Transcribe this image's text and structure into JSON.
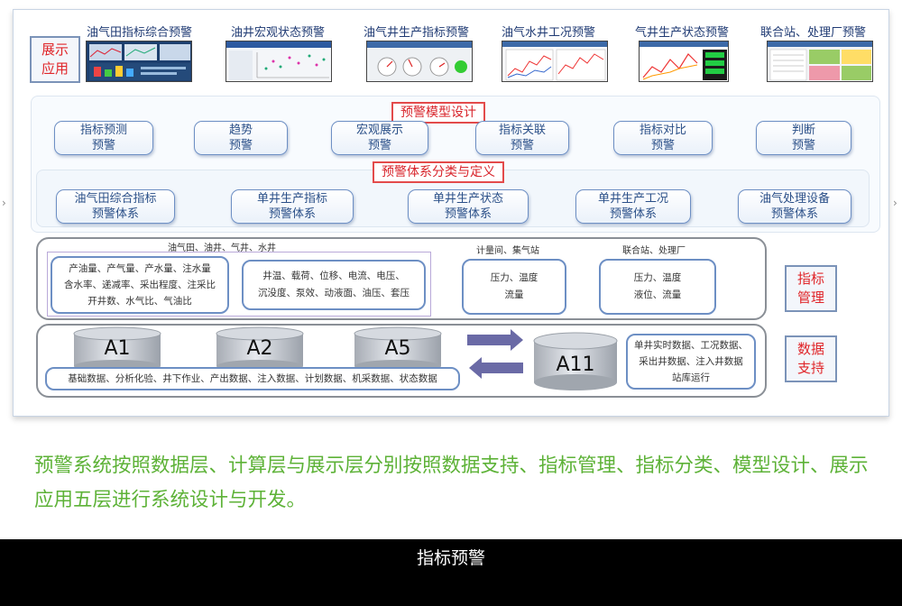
{
  "layers": {
    "display_app": "展示\n应用",
    "index_mgmt": "指标\n管理",
    "data_support": "数据\n支持"
  },
  "apps": [
    {
      "title": "油气田指标综合预警",
      "icon": "dashboard-screenshot"
    },
    {
      "title": "油井宏观状态预警",
      "icon": "scatter-chart-screenshot"
    },
    {
      "title": "油气井生产指标预警",
      "icon": "gauge-screenshot"
    },
    {
      "title": "油气水井工况预警",
      "icon": "line-chart-screenshot"
    },
    {
      "title": "气井生产状态预警",
      "icon": "trend-chart-screenshot"
    },
    {
      "title": "联合站、处理厂预警",
      "icon": "table-screenshot"
    }
  ],
  "model_design": {
    "title": "预警模型设计",
    "items": [
      "指标预测\n预警",
      "趋势\n预警",
      "宏观展示\n预警",
      "指标关联\n预警",
      "指标对比\n预警",
      "判断\n预警"
    ]
  },
  "system_classification": {
    "title": "预警体系分类与定义",
    "items": [
      "油气田综合指标\n预警体系",
      "单井生产指标\n预警体系",
      "单井生产状态\n预警体系",
      "单井生产工况\n预警体系",
      "油气处理设备\n预警体系"
    ]
  },
  "index_management": {
    "group_label": "油气田、油井、气井、水井",
    "metrics_a": "产油量、产气量、产水量、注水量\n含水率、递减率、采出程度、注采比\n开井数、水气比、气油比",
    "metrics_b": "井温、载荷、位移、电流、电压、\n沉没度、泵效、动液面、油压、套压",
    "station_label": "计量间、集气站",
    "station_metrics": "压力、温度\n流量",
    "plant_label": "联合站、处理厂",
    "plant_metrics": "压力、温度\n液位、流量"
  },
  "data_support": {
    "databases": [
      "A1",
      "A2",
      "A5"
    ],
    "target_db": "A11",
    "data_types": "基础数据、分析化验、井下作业、产出数据、注入数据、计划数据、机采数据、状态数据",
    "realtime": "单井实时数据、工况数据、\n采出井数据、注入井数据\n站库运行"
  },
  "caption": "预警系统按照数据层、计算层与展示层分别按照数据支持、指标管理、指标分类、模型设计、展示应用五层进行系统设计与开发。",
  "footer_title": "指标预警",
  "colors": {
    "layer_text": "#e0262a",
    "pill_text": "#2a4f88",
    "caption": "#5db237",
    "arrow": "#6a6aa6"
  }
}
